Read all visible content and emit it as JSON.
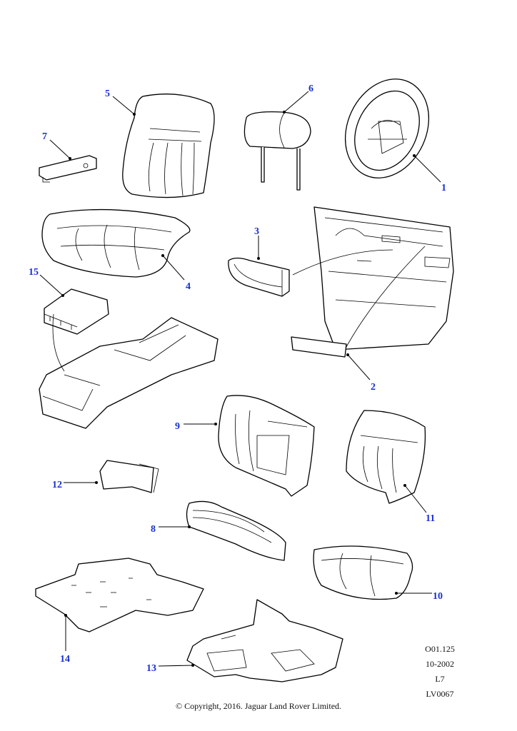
{
  "callouts": {
    "c1": "1",
    "c2": "2",
    "c3": "3",
    "c4": "4",
    "c5": "5",
    "c6": "6",
    "c7": "7",
    "c8": "8",
    "c9": "9",
    "c10": "10",
    "c11": "11",
    "c12": "12",
    "c13": "13",
    "c14": "14",
    "c15": "15"
  },
  "reference": {
    "code": "O01.125",
    "date": "10-2002",
    "model": "L7",
    "drawing": "LV0067"
  },
  "copyright": "© Copyright, 2016. Jaguar Land Rover Limited.",
  "colors": {
    "callout": "#1a2fd6",
    "line": "#000000"
  }
}
